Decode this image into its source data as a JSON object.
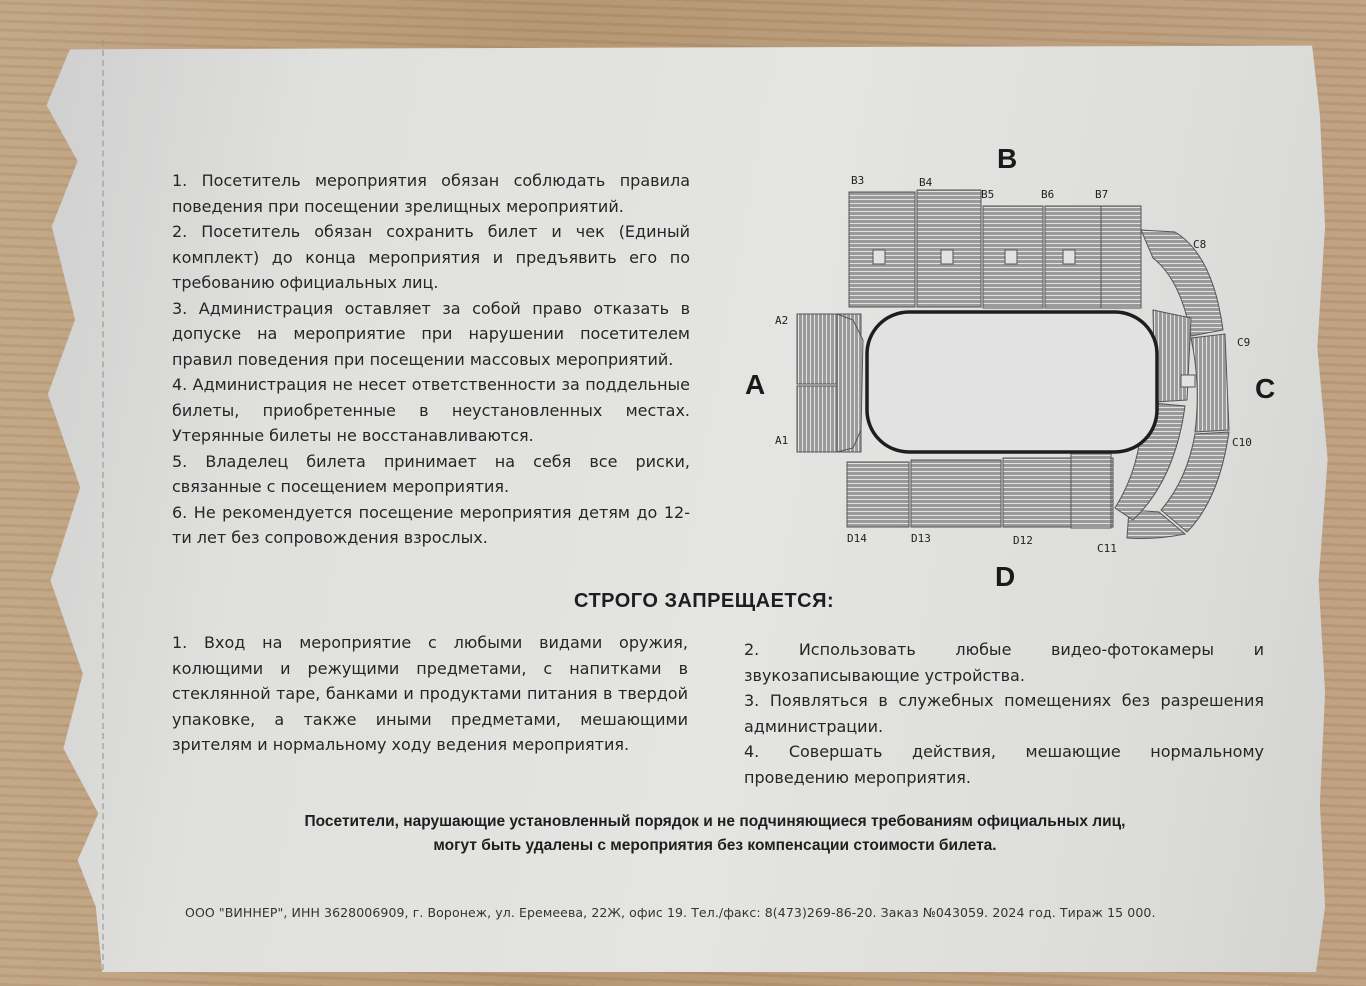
{
  "rules": [
    "1. Посетитель мероприятия обязан соблюдать правила поведения при посещении зрелищных мероприятий.",
    "2. Посетитель обязан сохранить билет и чек (Единый комплект) до конца мероприятия и предъявить его по требованию официальных лиц.",
    "3. Администрация оставляет за собой право отказать в допуске на мероприятие при нарушении посетителем правил поведения при посещении массовых мероприятий.",
    "4. Администрация не несет ответственности за поддельные билеты, приобретенные в неустановленных местах. Утерянные билеты не восстанавливаются.",
    "5. Владелец билета принимает на себя все риски, связанные с посещением мероприятия.",
    "6. Не рекомендуется посещение мероприятия детям до 12-ти лет без сопровождения взрослых."
  ],
  "prohibited": {
    "title": "СТРОГО ЗАПРЕЩАЕТСЯ:",
    "left": [
      "1. Вход на мероприятие с любыми видами оружия, колющими и режущими предметами, с напитками в стеклянной таре, банками и продуктами питания в твердой упаковке, а также иными предметами, мешающими зрителям и нормальному ходу ведения мероприятия."
    ],
    "right": [
      "2. Использовать любые видео-фотокамеры и звукозаписывающие устройства.",
      "3. Появляться в служебных помещениях без разрешения администрации.",
      "4. Совершать действия, мешающие нормальному проведению мероприятия."
    ]
  },
  "warning": {
    "line1": "Посетители, нарушающие установленный порядок и не подчиняющиеся требованиям официальных лиц,",
    "line2": "могут быть удалены с мероприятия без компенсации стоимости билета."
  },
  "footer": "ООО \"ВИННЕР\", ИНН 3628006909, г. Воронеж, ул. Еремеева, 22Ж, офис 19. Тел./факс: 8(473)269-86-20. Заказ №043059. 2024 год. Тираж 15 000.",
  "scheme": {
    "zones": {
      "A": "A",
      "B": "B",
      "C": "C",
      "D": "D"
    },
    "sections": {
      "b3": "B3",
      "b4": "B4",
      "b5": "B5",
      "b6": "B6",
      "b7": "B7",
      "c8": "C8",
      "c9": "C9",
      "c10": "C10",
      "c11": "C11",
      "a1": "A1",
      "a2": "A2",
      "d12": "D12",
      "d13": "D13",
      "d14": "D14"
    }
  }
}
